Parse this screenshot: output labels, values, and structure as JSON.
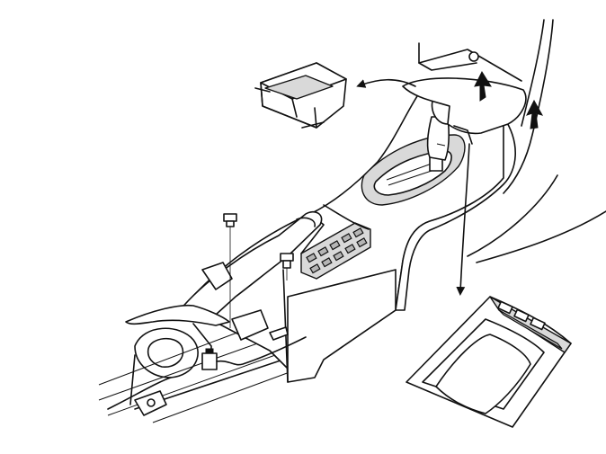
{
  "figure": {
    "labels": [],
    "colors": {
      "line": "#111111",
      "background": "#ffffff",
      "shade": "#d9d9d9"
    },
    "parts": [
      {
        "name": "storage-box",
        "icon": "tray-icon"
      },
      {
        "name": "gear-selector-trim-panel",
        "icon": "bezel-icon"
      },
      {
        "name": "retaining-screw",
        "icon": "screw-icon"
      },
      {
        "name": "removal-arrow",
        "icon": "arrow-icon"
      }
    ]
  }
}
